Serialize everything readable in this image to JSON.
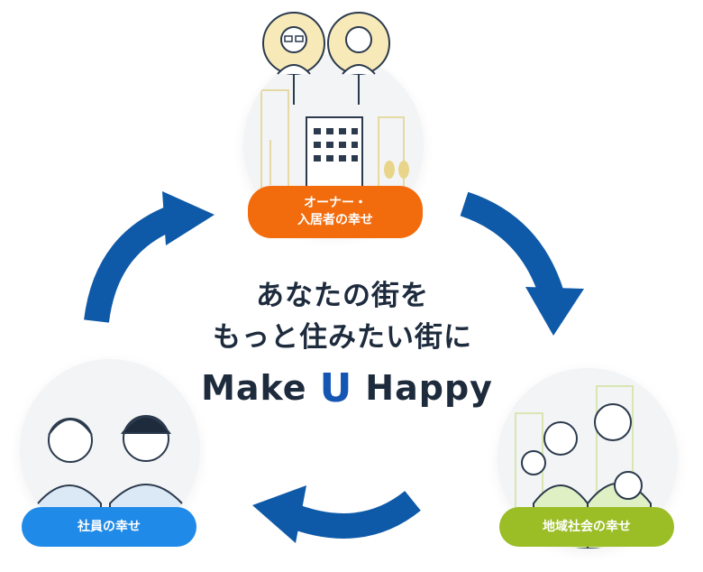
{
  "center": {
    "line1": "あなたの街を",
    "line2": "もっと住みたい街に",
    "brand_make": "Make",
    "brand_u": "U",
    "brand_happy": "Happy"
  },
  "nodes": {
    "owner": {
      "line1": "オーナー・",
      "line2": "入居者の幸せ",
      "color": "#f26c0d"
    },
    "employee": {
      "label": "社員の幸せ",
      "color": "#1f8ae8"
    },
    "community": {
      "label": "地域社会の幸せ",
      "color": "#9bbd26"
    }
  },
  "colors": {
    "arrow": "#0e5aa8",
    "text": "#1d2b3d",
    "brand_u": "#1556b3"
  }
}
